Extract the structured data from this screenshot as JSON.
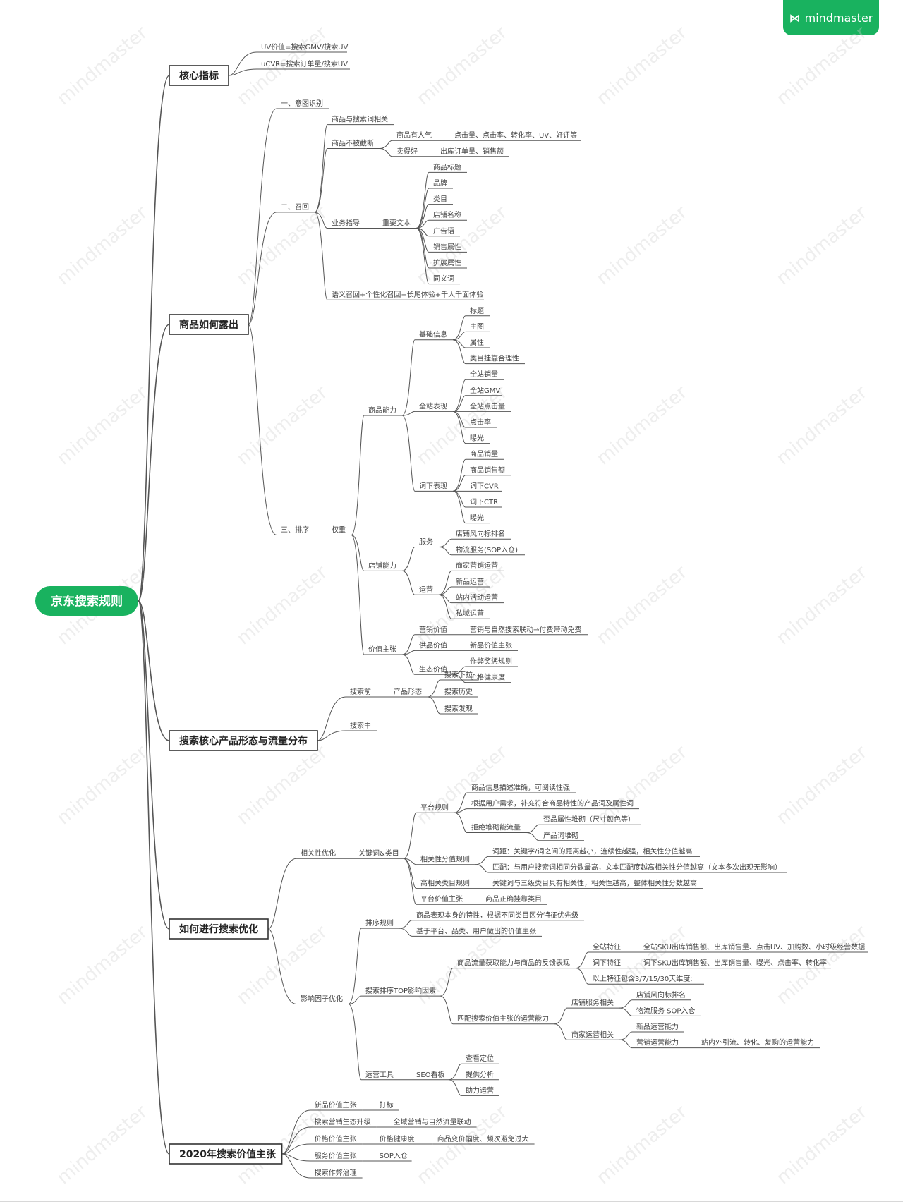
{
  "brand": {
    "icon": "mindmaster-logo-icon",
    "label": "mindmaster",
    "color": "#19b25f"
  },
  "watermark": "mindmaster",
  "colors": {
    "root_fill": "#19b25f",
    "node_border": "#333333",
    "line": "#555555"
  },
  "root": {
    "label": "京东搜索规则"
  },
  "tree": [
    {
      "label": "核心指标",
      "children": [
        {
          "label": "UV价值=搜索GMV/搜索UV"
        },
        {
          "label": "uCVR=搜索订单量/搜索UV"
        }
      ]
    },
    {
      "label": "商品如何露出",
      "children": [
        {
          "label": "一、意图识别"
        },
        {
          "label": "二、召回",
          "children": [
            {
              "label": "商品与搜索词相关"
            },
            {
              "label": "商品不被截断",
              "children": [
                {
                  "label": "商品有人气",
                  "children": [
                    {
                      "label": "点击量、点击率、转化率、UV、好评等"
                    }
                  ]
                },
                {
                  "label": "卖得好",
                  "children": [
                    {
                      "label": "出库订单量、销售额"
                    }
                  ]
                }
              ]
            },
            {
              "label": "业务指导",
              "children": [
                {
                  "label": "重要文本",
                  "children": [
                    {
                      "label": "商品标题"
                    },
                    {
                      "label": "品牌"
                    },
                    {
                      "label": "类目"
                    },
                    {
                      "label": "店铺名称"
                    },
                    {
                      "label": "广告语"
                    },
                    {
                      "label": "销售属性"
                    },
                    {
                      "label": "扩展属性"
                    },
                    {
                      "label": "同义词"
                    }
                  ]
                }
              ]
            },
            {
              "label": "语义召回+个性化召回+长尾体验+千人千面体验"
            }
          ]
        },
        {
          "label": "三、排序",
          "children": [
            {
              "label": "权重",
              "children": [
                {
                  "label": "商品能力",
                  "children": [
                    {
                      "label": "基础信息",
                      "children": [
                        {
                          "label": "标题"
                        },
                        {
                          "label": "主图"
                        },
                        {
                          "label": "属性"
                        },
                        {
                          "label": "类目挂靠合理性"
                        }
                      ]
                    },
                    {
                      "label": "全站表现",
                      "children": [
                        {
                          "label": "全站销量"
                        },
                        {
                          "label": "全站GMV"
                        },
                        {
                          "label": "全站点击量"
                        },
                        {
                          "label": "点击率"
                        },
                        {
                          "label": "曝光"
                        }
                      ]
                    },
                    {
                      "label": "词下表现",
                      "children": [
                        {
                          "label": "商品销量"
                        },
                        {
                          "label": "商品销售额"
                        },
                        {
                          "label": "词下CVR"
                        },
                        {
                          "label": "词下CTR"
                        },
                        {
                          "label": "曝光"
                        }
                      ]
                    }
                  ]
                },
                {
                  "label": "店铺能力",
                  "children": [
                    {
                      "label": "服务",
                      "children": [
                        {
                          "label": "店铺风向标排名"
                        },
                        {
                          "label": "物流服务(SOP入仓)"
                        }
                      ]
                    },
                    {
                      "label": "运营",
                      "children": [
                        {
                          "label": "商家营销运营"
                        },
                        {
                          "label": "新品运营"
                        },
                        {
                          "label": "站内活动运营"
                        },
                        {
                          "label": "私域运营"
                        }
                      ]
                    }
                  ]
                },
                {
                  "label": "价值主张",
                  "children": [
                    {
                      "label": "营销价值",
                      "children": [
                        {
                          "label": "营销与自然搜索联动→付费带动免费"
                        }
                      ]
                    },
                    {
                      "label": "供品价值",
                      "children": [
                        {
                          "label": "新品价值主张"
                        }
                      ]
                    },
                    {
                      "label": "生态价值",
                      "children": [
                        {
                          "label": "作弊奖惩规则"
                        },
                        {
                          "label": "价格健康度"
                        }
                      ]
                    }
                  ]
                }
              ]
            }
          ]
        }
      ]
    },
    {
      "label": "搜索核心产品形态与流量分布",
      "children": [
        {
          "label": "搜索前",
          "children": [
            {
              "label": "产品形态",
              "children": [
                {
                  "label": "搜索下拉"
                },
                {
                  "label": "搜索历史"
                },
                {
                  "label": "搜索发现"
                }
              ]
            }
          ]
        },
        {
          "label": "搜索中"
        }
      ]
    },
    {
      "label": "如何进行搜索优化",
      "children": [
        {
          "label": "相关性优化",
          "children": [
            {
              "label": "关键词&类目",
              "children": [
                {
                  "label": "平台规则",
                  "children": [
                    {
                      "label": "商品信息描述准确，可阅读性强"
                    },
                    {
                      "label": "根据用户需求，补充符合商品特性的产品词及属性词"
                    },
                    {
                      "label": "拒绝堆砌能流量",
                      "children": [
                        {
                          "label": "否品属性堆砌（尺寸颜色等）"
                        },
                        {
                          "label": "产品词堆砌"
                        }
                      ]
                    }
                  ]
                },
                {
                  "label": "相关性分值规则",
                  "children": [
                    {
                      "label": "词距：关键字/词之间的距离越小，连续性越强，相关性分值越高"
                    },
                    {
                      "label": "匹配：与用户搜索词相同分数最高，文本匹配度越高相关性分值越高（文本多次出现无影响）"
                    }
                  ]
                },
                {
                  "label": "高相关类目规则",
                  "children": [
                    {
                      "label": "关键词与三级类目具有相关性，相关性越高，整体相关性分数越高"
                    }
                  ]
                },
                {
                  "label": "平台价值主张",
                  "children": [
                    {
                      "label": "商品正确挂靠类目"
                    }
                  ]
                }
              ]
            }
          ]
        },
        {
          "label": "影响因子优化",
          "children": [
            {
              "label": "排序规则",
              "children": [
                {
                  "label": "商品表现本身的特性，根据不同类目区分特征优先级"
                },
                {
                  "label": "基于平台、品类、用户做出的价值主张"
                }
              ]
            },
            {
              "label": "搜索排序TOP影响因素",
              "children": [
                {
                  "label": "商品流量获取能力与商品的反馈表现",
                  "children": [
                    {
                      "label": "全站特征",
                      "children": [
                        {
                          "label": "全站SKU出库销售额、出库销售量、点击UV、加购数、小时级经营数据"
                        }
                      ]
                    },
                    {
                      "label": "词下特征",
                      "children": [
                        {
                          "label": "词下SKU出库销售额、出库销售量、曝光、点击率、转化率"
                        }
                      ]
                    },
                    {
                      "label": "以上特征包含3/7/15/30天维度;"
                    }
                  ]
                },
                {
                  "label": "匹配搜索价值主张的运营能力",
                  "children": [
                    {
                      "label": "店铺服务相关",
                      "children": [
                        {
                          "label": "店铺风向标排名"
                        },
                        {
                          "label": "物流服务 SOP入仓"
                        }
                      ]
                    },
                    {
                      "label": "商家运营相关",
                      "children": [
                        {
                          "label": "新品运营能力"
                        },
                        {
                          "label": "营销运营能力",
                          "children": [
                            {
                              "label": "站内外引流、转化、复购的运营能力"
                            }
                          ]
                        }
                      ]
                    }
                  ]
                }
              ]
            },
            {
              "label": "运营工具",
              "children": [
                {
                  "label": "SEO看板",
                  "children": [
                    {
                      "label": "查看定位"
                    },
                    {
                      "label": "提供分析"
                    },
                    {
                      "label": "助力运营"
                    }
                  ]
                }
              ]
            }
          ]
        }
      ]
    },
    {
      "label": "2020年搜索价值主张",
      "children": [
        {
          "label": "新品价值主张",
          "children": [
            {
              "label": "打标"
            }
          ]
        },
        {
          "label": "搜索营销生态升级",
          "children": [
            {
              "label": "全域营销与自然流量联动"
            }
          ]
        },
        {
          "label": "价格价值主张",
          "children": [
            {
              "label": "价格健康度",
              "children": [
                {
                  "label": "商品变价幅度、频次避免过大"
                }
              ]
            }
          ]
        },
        {
          "label": "服务价值主张",
          "children": [
            {
              "label": "SOP入仓"
            }
          ]
        },
        {
          "label": "搜索作弊治理"
        }
      ]
    }
  ]
}
